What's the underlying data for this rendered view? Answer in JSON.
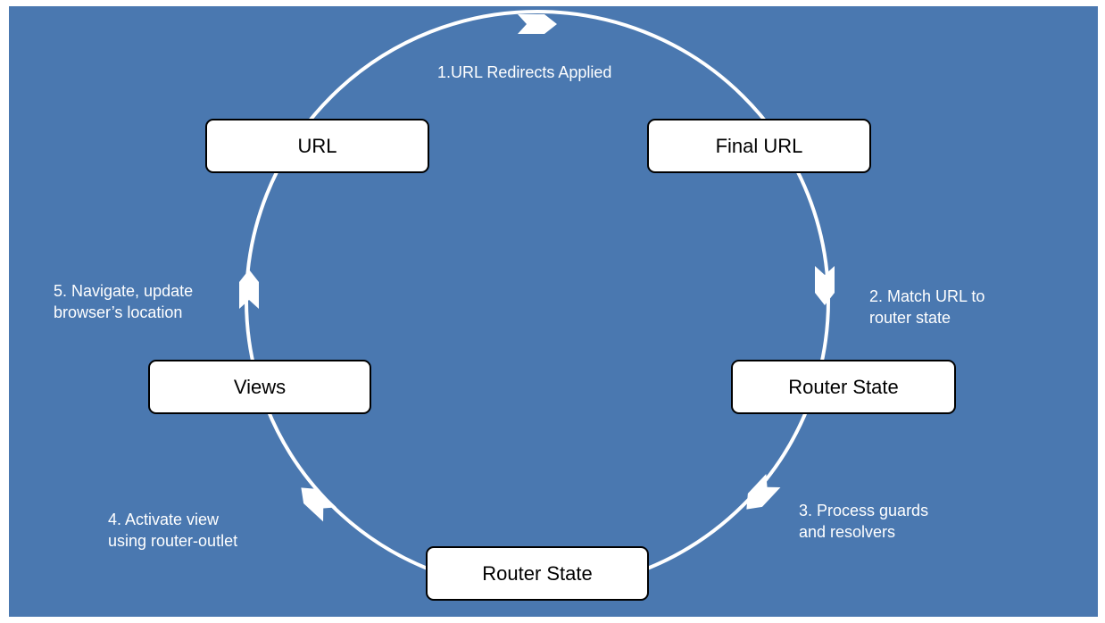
{
  "colors": {
    "background": "#4a78b0",
    "ring": "#ffffff",
    "node_fill": "#ffffff",
    "node_border": "#000000",
    "label_text": "#ffffff"
  },
  "nodes": {
    "url": "URL",
    "final_url": "Final URL",
    "router_state_1": "Router State",
    "router_state_2": "Router State",
    "views": "Views"
  },
  "steps": {
    "step1": [
      "1.URL Redirects Applied"
    ],
    "step2": [
      "2. Match URL to",
      "router state"
    ],
    "step3": [
      "3. Process guards",
      "and resolvers"
    ],
    "step4": [
      "4. Activate view",
      "using router-outlet"
    ],
    "step5": [
      "5. Navigate, update",
      "browser’s location"
    ]
  },
  "arrow_icons": [
    "arrow-top-icon",
    "arrow-right-icon",
    "arrow-lower-right-icon",
    "arrow-lower-left-icon",
    "arrow-left-icon"
  ]
}
